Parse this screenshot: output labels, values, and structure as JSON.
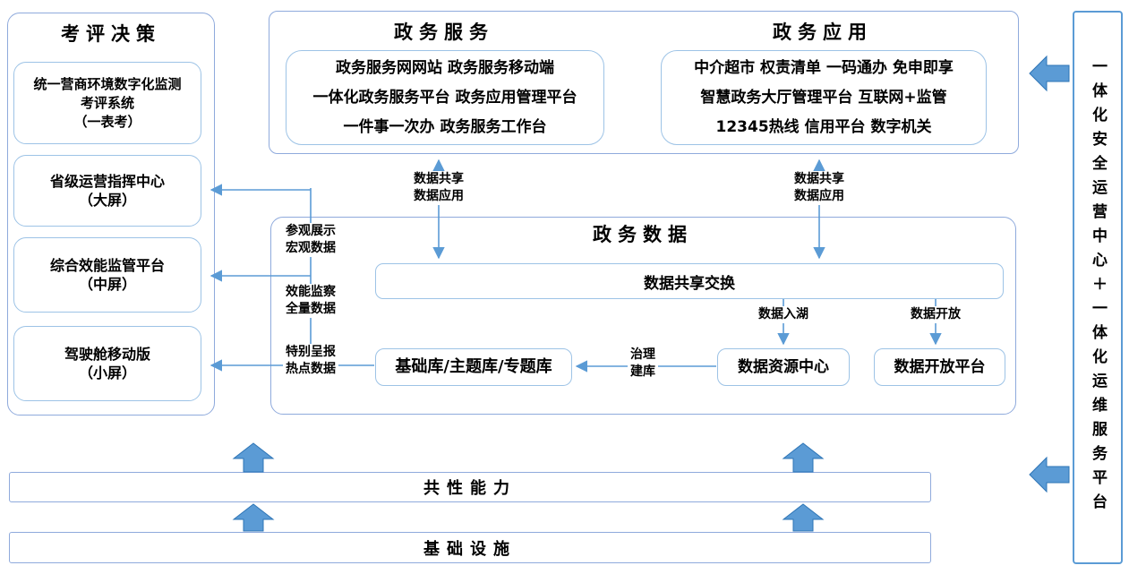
{
  "colors": {
    "connector_line": "#5b9bd5",
    "block_arrow_fill": "#5b9bd5",
    "block_arrow_stroke": "#2e75b6",
    "panel_border": "#8faadc",
    "box_border": "#9dc3e6",
    "text": "#000000"
  },
  "left_panel": {
    "title": "考评决策",
    "boxes": [
      {
        "lines": [
          "统一营商环境数字化监测",
          "考评系统",
          "（一表考）"
        ]
      },
      {
        "lines": [
          "省级运营指挥中心",
          "（大屏）"
        ]
      },
      {
        "lines": [
          "综合效能监管平台",
          "（中屏）"
        ]
      },
      {
        "lines": [
          "驾驶舱移动版",
          "（小屏）"
        ]
      }
    ]
  },
  "top_panel": {
    "service": {
      "title": "政务服务",
      "lines": [
        "政务服务网网站 政务服务移动端",
        "一体化政务服务平台 政务应用管理平台",
        "一件事一次办 政务服务工作台"
      ]
    },
    "application": {
      "title": "政务应用",
      "lines": [
        "中介超市 权责清单 一码通办 免申即享",
        "智慧政务大厅管理平台 互联网+监管",
        "12345热线 信用平台 数字机关"
      ]
    }
  },
  "data_panel": {
    "title": "政务数据",
    "exchange_box": "数据共享交换",
    "library_box": "基础库/主题库/专题库",
    "resource_box": "数据资源中心",
    "open_box": "数据开放平台"
  },
  "flow_labels": {
    "share_service": [
      "数据共享",
      "数据应用"
    ],
    "share_application": [
      "数据共享",
      "数据应用"
    ],
    "display": [
      "参观展示",
      "宏观数据"
    ],
    "efficiency": [
      "效能监察",
      "全量数据"
    ],
    "special": [
      "特别呈报",
      "热点数据"
    ],
    "lake": "数据入湖",
    "open": "数据开放",
    "govern": [
      "治理",
      "建库"
    ]
  },
  "side_bar": {
    "text": "一体化安全运营中心＋一体化运维服务平台"
  },
  "bottom_bars": [
    {
      "label": "共性能力"
    },
    {
      "label": "基础设施"
    }
  ]
}
